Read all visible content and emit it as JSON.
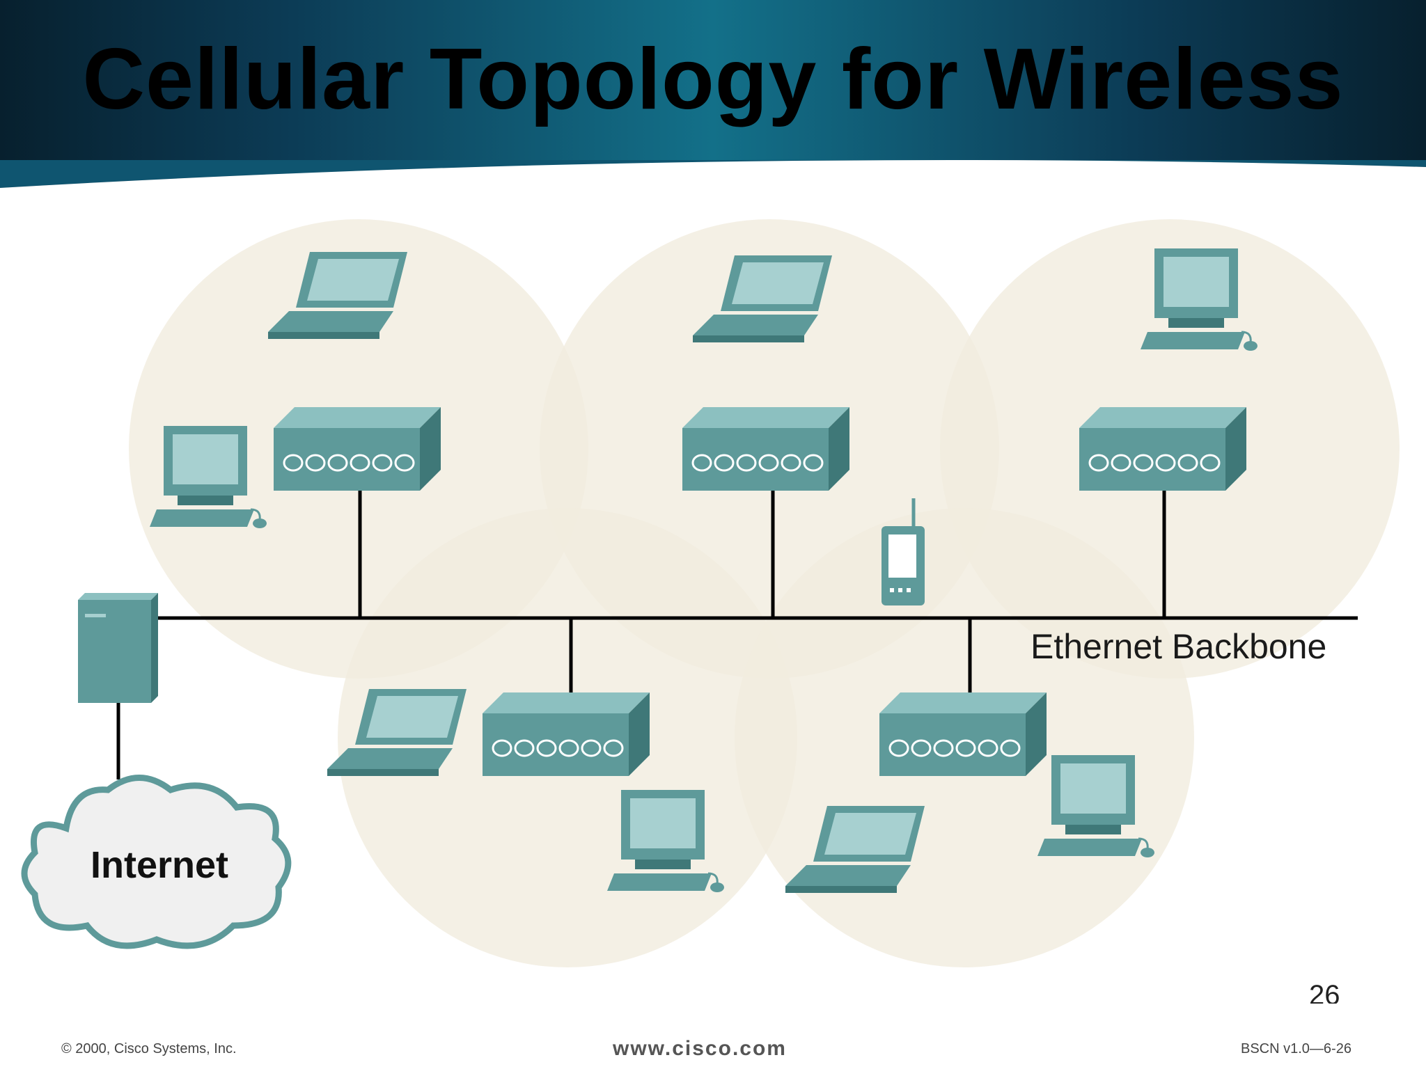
{
  "slide": {
    "title": "Cellular Topology for Wireless",
    "page_number": "26",
    "footer_left": "© 2000, Cisco Systems, Inc.",
    "footer_center": "www.cisco.com",
    "footer_right": "BSCN v1.0—6-26"
  },
  "diagram": {
    "backbone_label": "Ethernet Backbone",
    "cloud_label": "Internet"
  },
  "colors": {
    "device_teal": "#5e9a9a",
    "cell_fill": "#f1ecdf",
    "header_accent": "#137089"
  },
  "icons": [
    "laptop-icon",
    "desktop-icon",
    "hub-icon",
    "server-icon",
    "pda-icon",
    "cloud-icon"
  ]
}
